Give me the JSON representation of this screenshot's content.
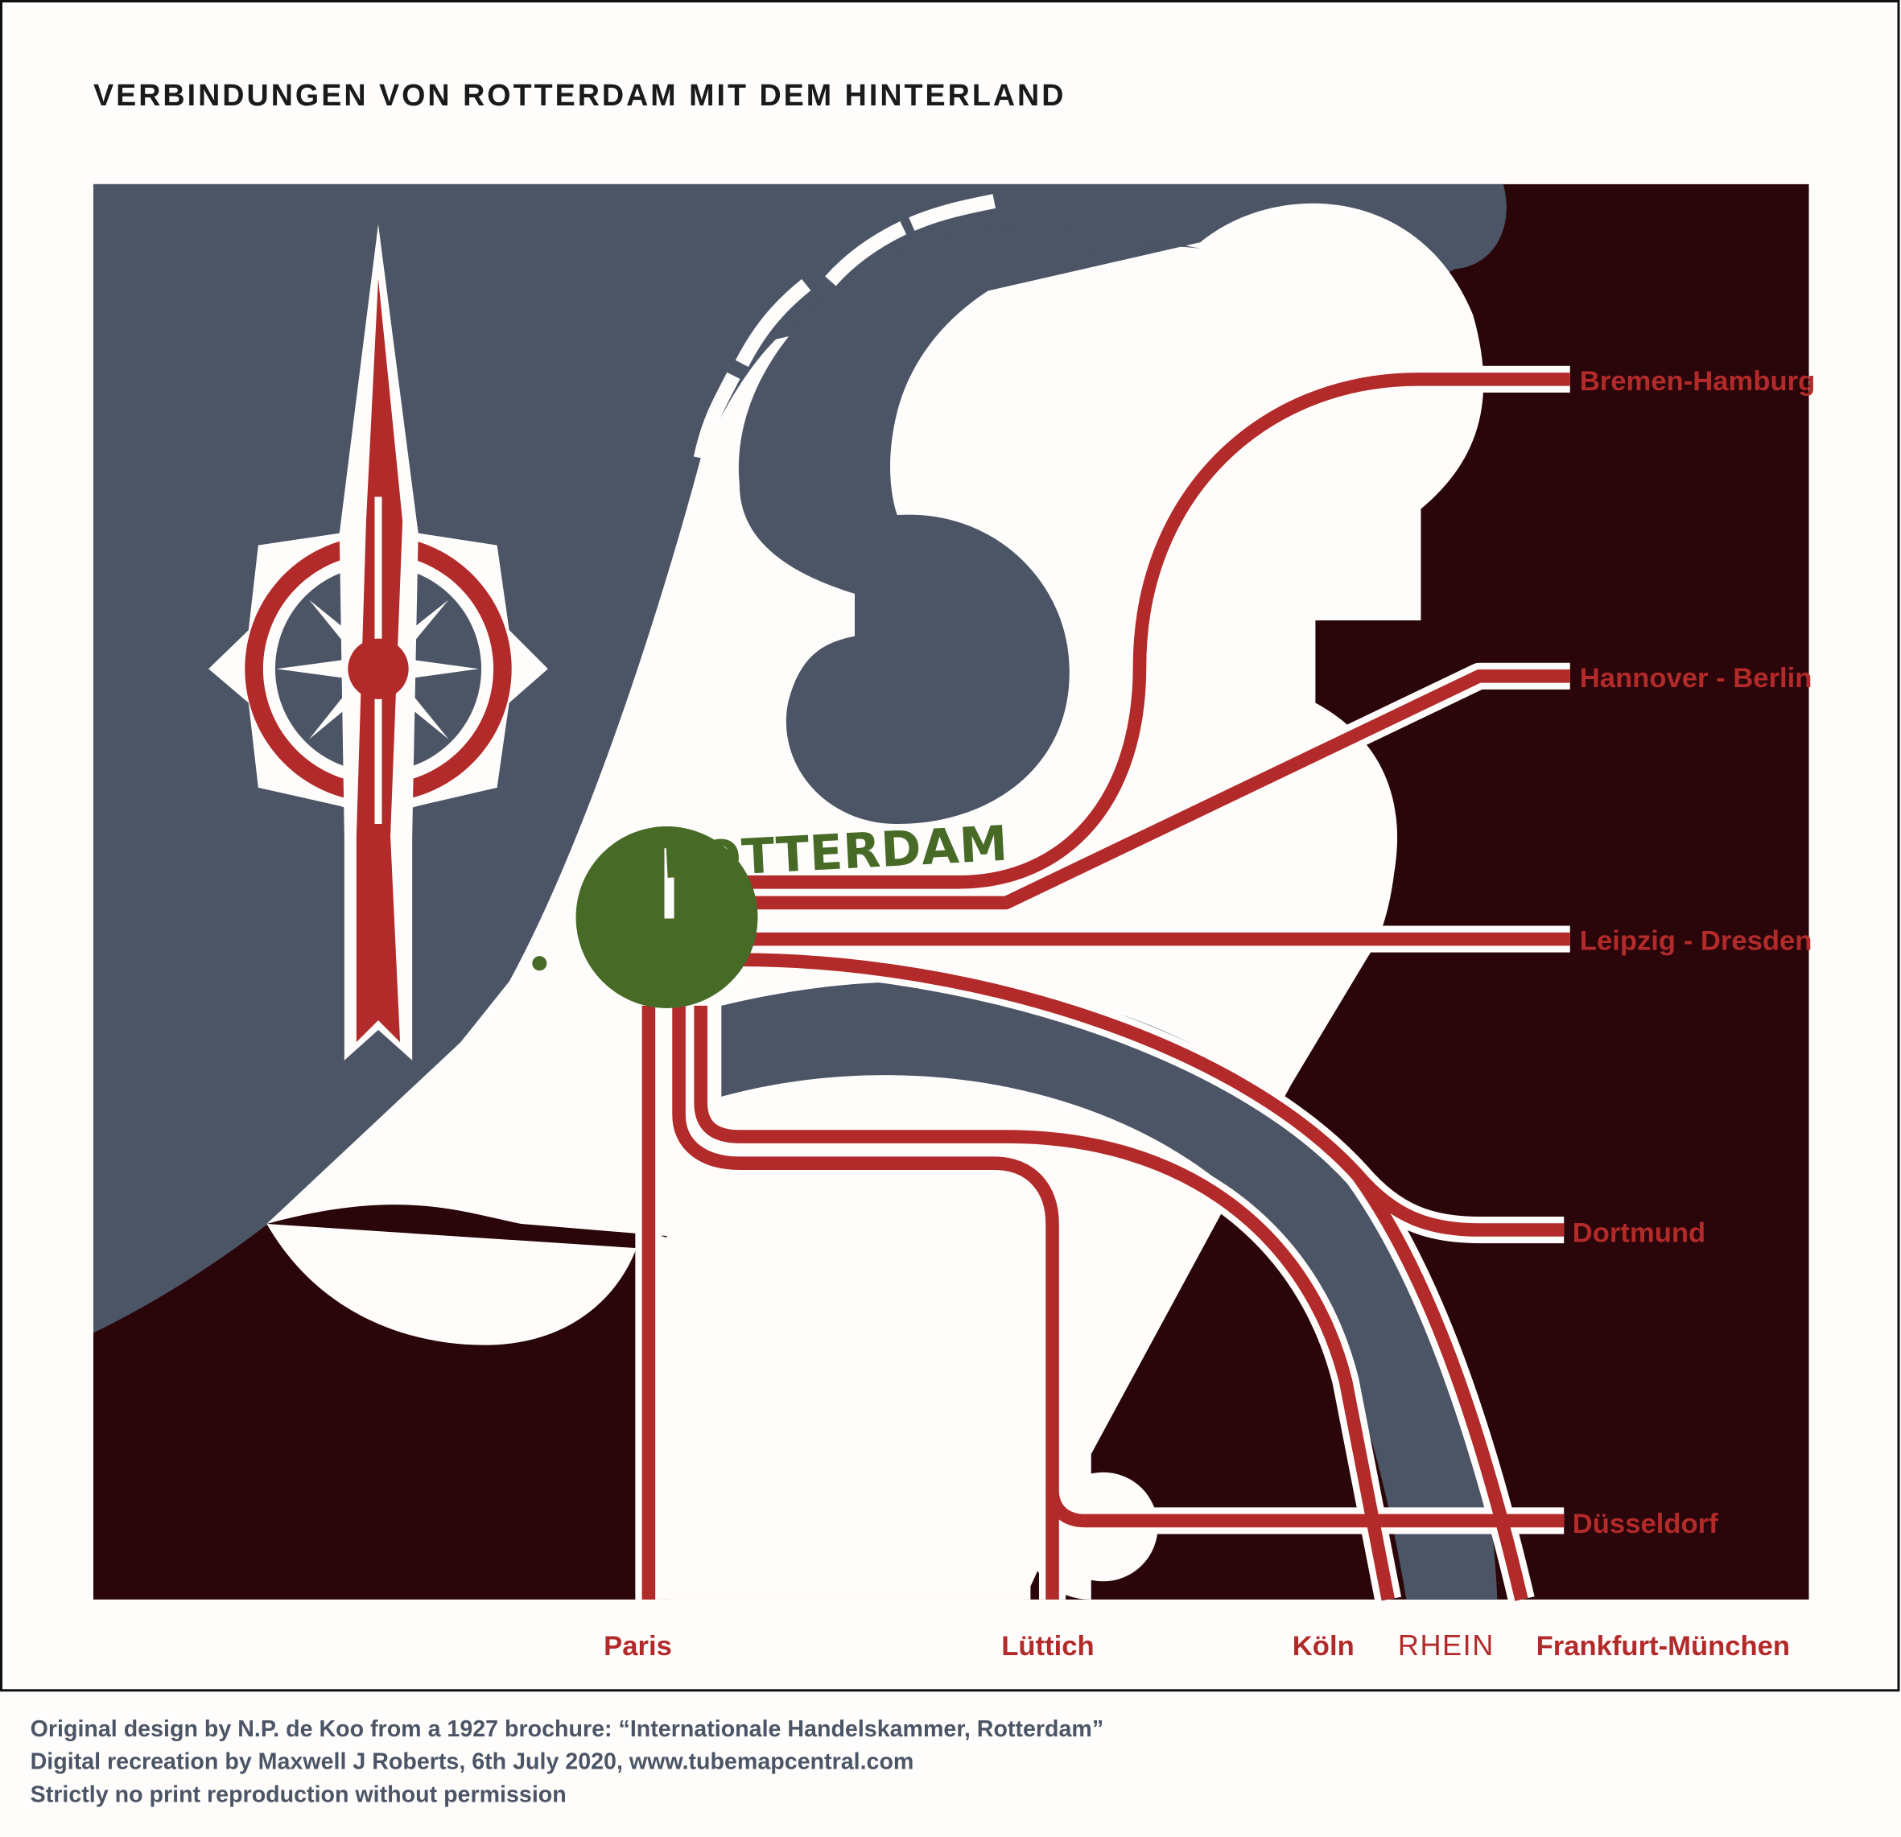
{
  "title": "VERBINDUNGEN VON ROTTERDAM MIT DEM HINTERLAND",
  "city": "ROTTERDAM",
  "destinations": {
    "bremen": "Bremen-Hamburg",
    "hannover": "Hannover - Berlin",
    "leipzig": "Leipzig - Dresden",
    "dortmund": "Dortmund",
    "duesseldorf": "Düsseldorf",
    "paris": "Paris",
    "luettich": "Lüttich",
    "koeln": "Köln",
    "frankfurt": "Frankfurt-München"
  },
  "river": "RHEIN",
  "footer": [
    "Original design by N.P. de Koo from a 1927 brochure: “Internationale Handelskammer, Rotterdam”",
    "Digital recreation by Maxwell J Roberts, 6th July 2020, www.tubemapcentral.com",
    "Strictly no print reproduction without permission"
  ],
  "colors": {
    "rail": "#b22a29",
    "sea": "#4b5566",
    "land": "#fffdfc",
    "hinterland": "#2a0509",
    "city": "#476b27"
  }
}
